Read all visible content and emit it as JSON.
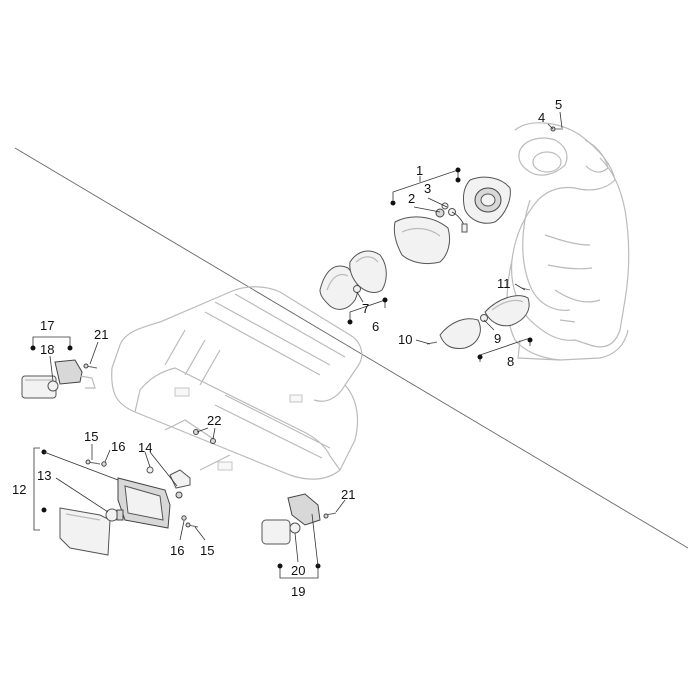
{
  "diagram": {
    "callouts": [
      {
        "id": "c1",
        "label": "1"
      },
      {
        "id": "c2",
        "label": "2"
      },
      {
        "id": "c3",
        "label": "3"
      },
      {
        "id": "c4",
        "label": "4"
      },
      {
        "id": "c5",
        "label": "5"
      },
      {
        "id": "c6",
        "label": "6"
      },
      {
        "id": "c7",
        "label": "7"
      },
      {
        "id": "c8",
        "label": "8"
      },
      {
        "id": "c9",
        "label": "9"
      },
      {
        "id": "c10",
        "label": "10"
      },
      {
        "id": "c11",
        "label": "11"
      },
      {
        "id": "c12",
        "label": "12"
      },
      {
        "id": "c13",
        "label": "13"
      },
      {
        "id": "c14",
        "label": "14"
      },
      {
        "id": "c15a",
        "label": "15"
      },
      {
        "id": "c15b",
        "label": "15"
      },
      {
        "id": "c16a",
        "label": "16"
      },
      {
        "id": "c16b",
        "label": "16"
      },
      {
        "id": "c17",
        "label": "17"
      },
      {
        "id": "c18",
        "label": "18"
      },
      {
        "id": "c19",
        "label": "19"
      },
      {
        "id": "c20",
        "label": "20"
      },
      {
        "id": "c21a",
        "label": "21"
      },
      {
        "id": "c21b",
        "label": "21"
      },
      {
        "id": "c22",
        "label": "22"
      }
    ]
  }
}
